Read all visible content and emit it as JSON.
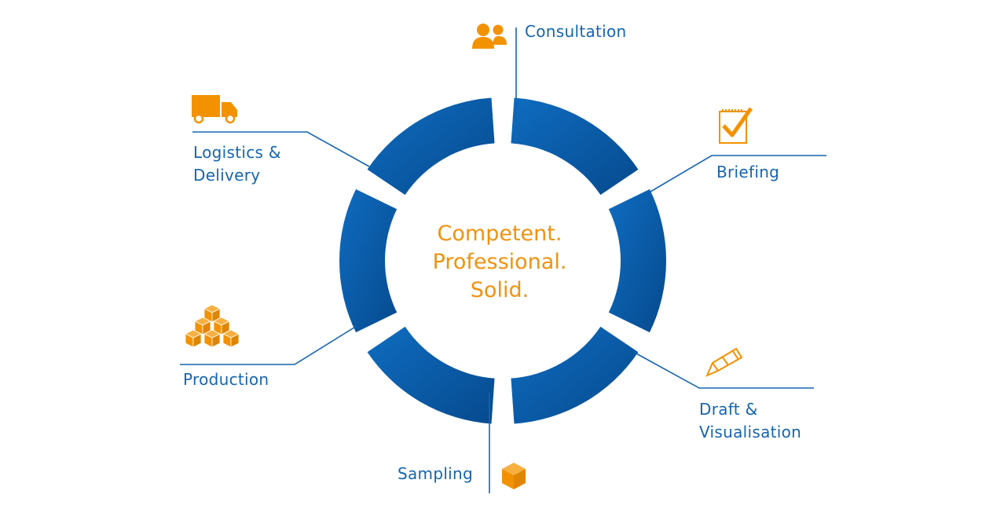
{
  "colors": {
    "ring": "#0a62b3",
    "ring_dark": "#064a8e",
    "accent": "#f39200",
    "line": "#1565b0",
    "text": "#1565b0"
  },
  "center": {
    "line1": "Competent.",
    "line2": "Professional.",
    "line3": "Solid."
  },
  "steps": [
    {
      "id": "consultation",
      "lines": [
        "Consultation"
      ],
      "icon": "people-icon"
    },
    {
      "id": "briefing",
      "lines": [
        "Briefing"
      ],
      "icon": "checklist-icon"
    },
    {
      "id": "draft",
      "lines": [
        "Draft &",
        "Visualisation"
      ],
      "icon": "pencil-icon"
    },
    {
      "id": "sampling",
      "lines": [
        "Sampling"
      ],
      "icon": "box-icon"
    },
    {
      "id": "production",
      "lines": [
        "Production"
      ],
      "icon": "boxes-pyramid-icon"
    },
    {
      "id": "logistics",
      "lines": [
        "Logistics &",
        "Delivery"
      ],
      "icon": "truck-icon"
    }
  ]
}
